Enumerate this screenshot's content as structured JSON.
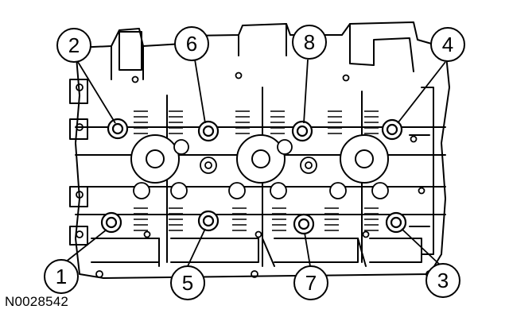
{
  "figure": {
    "id_label": "N0028542"
  },
  "callouts": [
    {
      "label": "2"
    },
    {
      "label": "6"
    },
    {
      "label": "8"
    },
    {
      "label": "4"
    },
    {
      "label": "1"
    },
    {
      "label": "5"
    },
    {
      "label": "7"
    },
    {
      "label": "3"
    }
  ],
  "colors": {
    "line": "#000000",
    "background": "#ffffff"
  }
}
